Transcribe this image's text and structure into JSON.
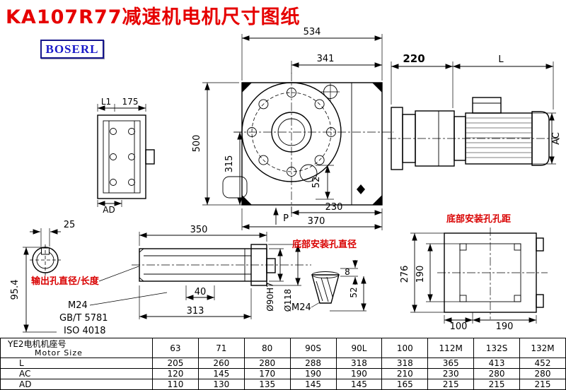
{
  "page": {
    "title": "KA107R77减速机电机尺寸图纸",
    "brand": "BOSERL"
  },
  "front_view": {
    "d534": "534",
    "d341": "341",
    "d500": "500",
    "d315": "315",
    "d52": "52",
    "d230": "230",
    "d370": "370",
    "p": "P"
  },
  "motor_view": {
    "d220": "220",
    "l": "L",
    "ac": "AC"
  },
  "side_view": {
    "l1": "L1",
    "d175": "175",
    "ad": "AD"
  },
  "output_shaft": {
    "d25": "25",
    "d95_4": "95.4",
    "label": "输出孔直径/长度",
    "m24": "M24",
    "gb": "GB/T 5781",
    "iso": "ISO 4018"
  },
  "shaft_drawing": {
    "d350": "350",
    "d40": "40",
    "d313": "313",
    "d90": "Ø90H7",
    "d118": "Ø118"
  },
  "bottom_hole": {
    "label": "底部安装孔直径",
    "d8": "8",
    "d52": "52",
    "m24": "M24"
  },
  "bottom_view": {
    "label": "底部安装孔孔距",
    "d276": "276",
    "d190v": "190",
    "d100": "100",
    "d190h": "190"
  },
  "table": {
    "header_cn": "YE2电机机座号",
    "header_en": "Motor Size",
    "sizes": [
      "63",
      "71",
      "80",
      "90S",
      "90L",
      "100",
      "112M",
      "132S",
      "132M"
    ],
    "rows": [
      {
        "label": "L",
        "values": [
          "205",
          "260",
          "280",
          "288",
          "318",
          "318",
          "365",
          "413",
          "452"
        ]
      },
      {
        "label": "AC",
        "values": [
          "120",
          "145",
          "170",
          "190",
          "190",
          "210",
          "230",
          "280",
          "280"
        ]
      },
      {
        "label": "AD",
        "values": [
          "110",
          "130",
          "135",
          "145",
          "145",
          "165",
          "215",
          "215",
          "215"
        ]
      }
    ]
  }
}
